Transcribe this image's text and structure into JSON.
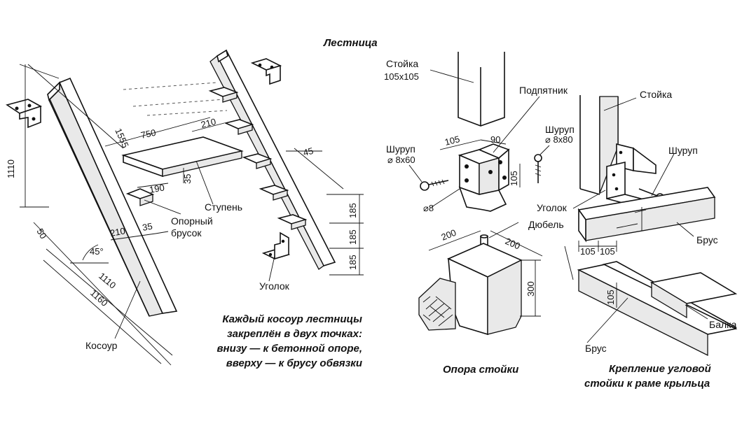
{
  "stair": {
    "title": "Лестница",
    "dims": {
      "d1555": "1555",
      "d1110v": "1110",
      "d750": "750",
      "d210top": "210",
      "d45": "45",
      "d35top": "35",
      "d190": "190",
      "d210bot": "210",
      "d35bot": "35",
      "d50": "50",
      "d45deg": "45°",
      "d1110": "1110",
      "d1160": "1160",
      "d185a": "185",
      "d185b": "185",
      "d185c": "185"
    },
    "labels": {
      "step": "Ступень",
      "support_bar_1": "Опорный",
      "support_bar_2": "брусок",
      "angle": "Уголок",
      "stringer": "Косоур"
    },
    "note": [
      "Каждый косоур лестницы",
      "закреплён в двух точках:",
      "внизу — к бетонной опоре,",
      "вверху — к брусу обвязки"
    ]
  },
  "post_support": {
    "caption": "Опора стойки",
    "labels": {
      "post": "Стойка",
      "post_size": "105x105",
      "base_plate": "Подпятник",
      "screw": "Шуруп",
      "screw_size": "⌀ 8x60",
      "dowel": "Дюбель",
      "d8": "⌀8"
    },
    "dims": {
      "d105": "105",
      "d90": "90",
      "d105v": "105",
      "d200a": "200",
      "d200b": "200",
      "d300": "300"
    }
  },
  "corner": {
    "caption_1": "Крепление угловой",
    "caption_2": "стойки к раме крыльца",
    "labels": {
      "post": "Стойка",
      "screw_top": "Шуруп",
      "screw_top_size": "⌀ 8x80",
      "screw": "Шуруп",
      "angle": "Уголок",
      "beam1": "Брус",
      "joist": "Балка",
      "beam2": "Брус"
    },
    "dims": {
      "d105a": "105",
      "d105b": "105",
      "d105c": "105"
    }
  }
}
